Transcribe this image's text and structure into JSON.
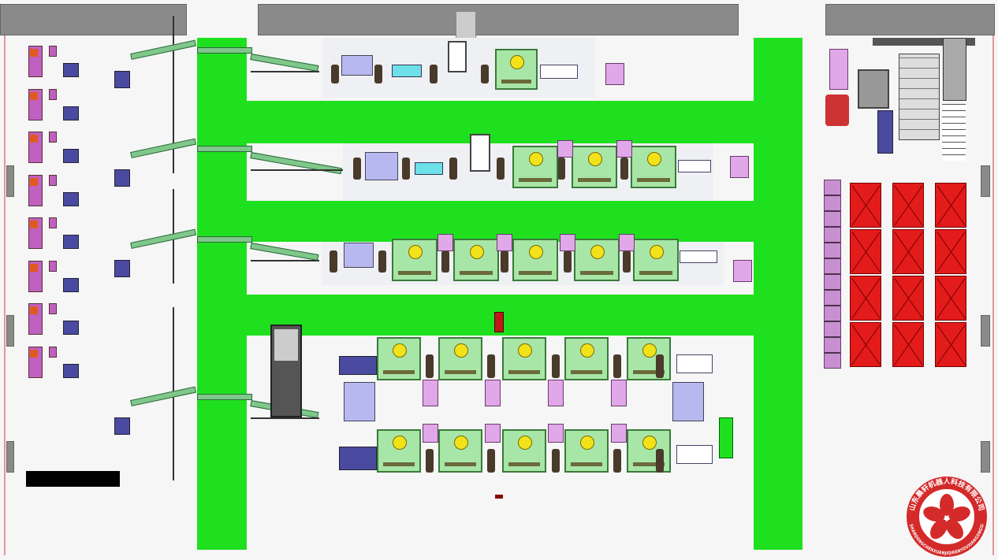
{
  "title": "Factory production line layout",
  "colors": {
    "aisle": "#1fe01f",
    "rack": "#e41b1b",
    "machine": "#a8e6a8",
    "wall": "#8a8a8a"
  },
  "logo": {
    "company_name": "山东晨轩机器人科技有限公司",
    "company_pinyin": "SHANDONGCHENXUANJIQIRENYOUXIANGONGSI",
    "icon": "flower-emblem-icon"
  }
}
